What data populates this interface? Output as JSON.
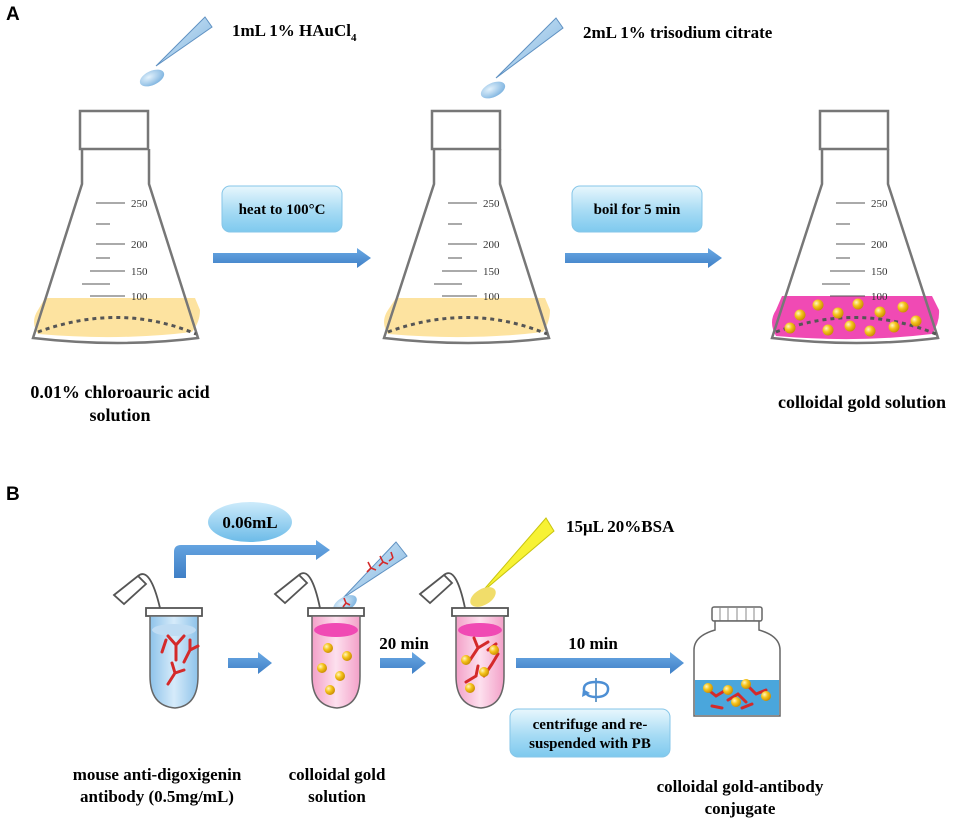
{
  "panel_a": {
    "letter": "A",
    "reagent_1": "1mL 1% HAuCl",
    "reagent_1_subscript": "4",
    "reagent_2": "2mL 1% trisodium citrate",
    "step_1": "heat to 100°C",
    "step_2": "boil for 5 min",
    "flask_ticks": [
      "250",
      "200",
      "150",
      "100"
    ],
    "start_label_line1": "0.01% chloroauric acid",
    "start_label_line2": "solution",
    "end_label": "colloidal gold solution"
  },
  "panel_b": {
    "letter": "B",
    "volume_badge": "0.06mL",
    "reagent_bsa": "15μL 20%BSA",
    "time_1": "20 min",
    "time_2": "10 min",
    "centrifuge_line1": "centrifuge and re-",
    "centrifuge_line2": "suspended with PB",
    "label_antibody_line1": "mouse anti-digoxigenin",
    "label_antibody_line2": "antibody (0.5mg/mL)",
    "label_gold_line1": "colloidal gold",
    "label_gold_line2": "solution",
    "label_conjugate_line1": "colloidal gold-antibody",
    "label_conjugate_line2": "conjugate"
  },
  "colors": {
    "yellow_liquid": "#fde3a0",
    "pink_liquid": "#f04ab4",
    "blue_liquid": "#4aa6dc",
    "arrow_blue": "#4d8fd4",
    "label_box_blue": "#a8dcf5",
    "gold_particle": "#f4c21a",
    "antibody_red": "#d42a2a"
  }
}
